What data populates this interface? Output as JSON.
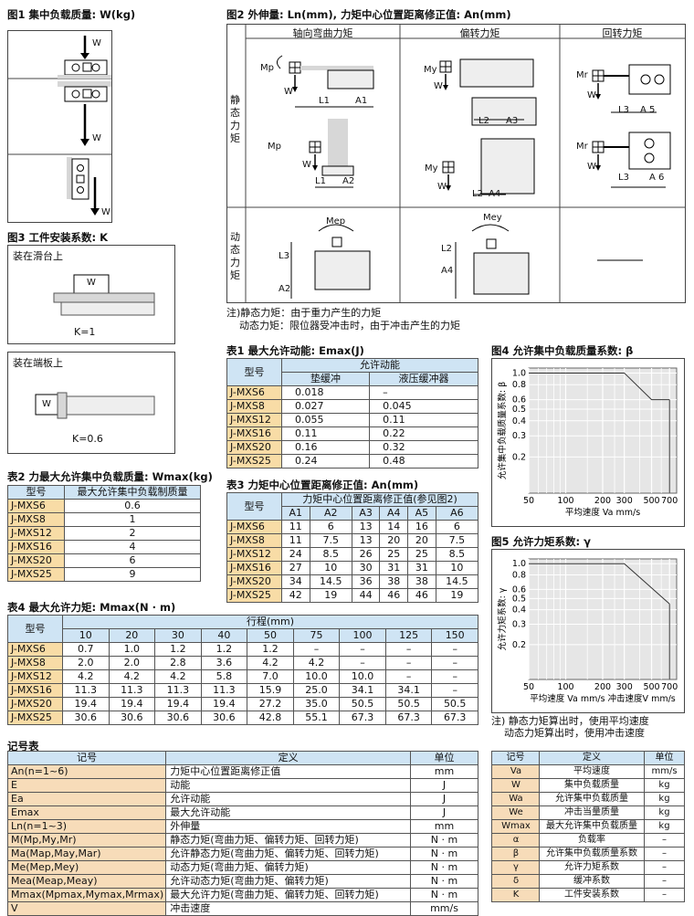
{
  "fig1": {
    "title": "图1  集中负载质量: W(kg)",
    "w": "W"
  },
  "fig2": {
    "title": "图2  外伸量: Ln(mm), 力矩中心位置距离修正值: An(mm)",
    "cols": [
      "轴向弯曲力矩",
      "偏转力矩",
      "回转力矩"
    ],
    "rows": [
      "静态力矩",
      "动态力矩"
    ],
    "labels": {
      "mp": "Mp",
      "my": "My",
      "mr": "Mr",
      "mep": "Mep",
      "mey": "Mey",
      "w": "W",
      "l1": "L1",
      "a1": "A1",
      "a2": "A2",
      "l2": "L2",
      "a3": "A3",
      "a4": "A4",
      "l3": "L3",
      "a5": "A 5",
      "a6": "A 6"
    },
    "notes": [
      "注)静态力矩：由于重力产生的力矩",
      "动态力矩：限位器受冲击时，由于冲击产生的力矩"
    ]
  },
  "fig3": {
    "title": "图3  工件安装系数: K",
    "case1": "装在滑台上",
    "k1": "K=1",
    "case2": "装在端板上",
    "k2": "K=0.6",
    "w": "W"
  },
  "table1": {
    "title": "表1  最大允许动能: Emax(J)",
    "h_model": "型号",
    "h_group": "允许动能",
    "h_a": "垫缓冲",
    "h_b": "液压缓冲器",
    "rows": [
      [
        "J-MXS6",
        "0.018",
        "–"
      ],
      [
        "J-MXS8",
        "0.027",
        "0.045"
      ],
      [
        "J-MXS12",
        "0.055",
        "0.11"
      ],
      [
        "J-MXS16",
        "0.11",
        "0.22"
      ],
      [
        "J-MXS20",
        "0.16",
        "0.32"
      ],
      [
        "J-MXS25",
        "0.24",
        "0.48"
      ]
    ]
  },
  "table2": {
    "title": "表2 力最大允许集中负载质量: Wmax(kg)",
    "h_model": "型号",
    "h_val": "最大允许集中负载制质量",
    "rows": [
      [
        "J-MXS6",
        "0.6"
      ],
      [
        "J-MXS8",
        "1"
      ],
      [
        "J-MXS12",
        "2"
      ],
      [
        "J-MXS16",
        "4"
      ],
      [
        "J-MXS20",
        "6"
      ],
      [
        "J-MXS25",
        "9"
      ]
    ]
  },
  "table3": {
    "title": "表3  力矩中心位置距离修正值: An(mm)",
    "h_model": "型号",
    "h_group": "力矩中心位置距离修正值(参见图2)",
    "cols": [
      "A1",
      "A2",
      "A3",
      "A4",
      "A5",
      "A6"
    ],
    "rows": [
      [
        "J-MXS6",
        "11",
        "6",
        "13",
        "14",
        "16",
        "6"
      ],
      [
        "J-MXS8",
        "11",
        "7.5",
        "13",
        "20",
        "20",
        "7.5"
      ],
      [
        "J-MXS12",
        "24",
        "8.5",
        "26",
        "25",
        "25",
        "8.5"
      ],
      [
        "J-MXS16",
        "27",
        "10",
        "30",
        "31",
        "31",
        "10"
      ],
      [
        "J-MXS20",
        "34",
        "14.5",
        "36",
        "38",
        "38",
        "14.5"
      ],
      [
        "J-MXS25",
        "42",
        "19",
        "44",
        "46",
        "46",
        "19"
      ]
    ]
  },
  "table4": {
    "title": "表4  最大允许力矩: Mmax(N · m)",
    "h_model": "型号",
    "h_group": "行程(mm)",
    "cols": [
      "10",
      "20",
      "30",
      "40",
      "50",
      "75",
      "100",
      "125",
      "150"
    ],
    "rows": [
      [
        "J-MXS6",
        "0.7",
        "1.0",
        "1.2",
        "1.2",
        "1.2",
        "–",
        "–",
        "–",
        "–"
      ],
      [
        "J-MXS8",
        "2.0",
        "2.0",
        "2.8",
        "3.6",
        "4.2",
        "4.2",
        "–",
        "–",
        "–"
      ],
      [
        "J-MXS12",
        "4.2",
        "4.2",
        "4.2",
        "5.8",
        "7.0",
        "10.0",
        "10.0",
        "–",
        "–"
      ],
      [
        "J-MXS16",
        "11.3",
        "11.3",
        "11.3",
        "11.3",
        "15.9",
        "25.0",
        "34.1",
        "34.1",
        "–"
      ],
      [
        "J-MXS20",
        "19.4",
        "19.4",
        "19.4",
        "19.4",
        "27.2",
        "35.0",
        "50.5",
        "50.5",
        "50.5"
      ],
      [
        "J-MXS25",
        "30.6",
        "30.6",
        "30.6",
        "30.6",
        "42.8",
        "55.1",
        "67.3",
        "67.3",
        "67.3"
      ]
    ]
  },
  "fig4": {
    "title": "图4  允许集中负载质量系数: β",
    "ylabel": "允许集中负载质量系数: β",
    "xlabel": "平均速度 Va mm/s",
    "yticks": [
      "1.0",
      "0.8",
      "0.6",
      "0.5",
      "0.4",
      "0.3",
      "0.2"
    ],
    "xticks": [
      "50",
      "100",
      "200",
      "300",
      "500",
      "700"
    ]
  },
  "fig5": {
    "title": "图5  允许力矩系数: γ",
    "ylabel": "允许力矩系数: γ",
    "xlabel": "平均速度 Va mm/s   冲击速度V mm/s",
    "yticks": [
      "1.0",
      "0.8",
      "0.6",
      "0.5",
      "0.4",
      "0.3",
      "0.2"
    ],
    "xticks": [
      "50",
      "100",
      "200",
      "300",
      "500",
      "700"
    ],
    "notes": [
      "注) 静态力矩算出时，使用平均速度",
      "动态力矩算出时，使用冲击速度"
    ]
  },
  "chart_data": [
    {
      "type": "line",
      "title": "图4  允许集中负载质量系数: β",
      "xlabel": "平均速度 Va mm/s",
      "ylabel": "允许集中负载质量系数: β",
      "x": [
        50,
        300,
        500,
        700
      ],
      "y": [
        1.0,
        1.0,
        0.6,
        0.6
      ],
      "xlim": [
        50,
        800
      ],
      "ylim": [
        0.1,
        1.1
      ],
      "xscale": "log",
      "yscale": "log",
      "grid": true
    },
    {
      "type": "line",
      "title": "图5  允许力矩系数: γ",
      "xlabel": "平均速度 Va mm/s   冲击速度V mm/s",
      "ylabel": "允许力矩系数: γ",
      "x": [
        50,
        300,
        700
      ],
      "y": [
        1.0,
        1.0,
        0.45
      ],
      "xlim": [
        50,
        800
      ],
      "ylim": [
        0.1,
        1.1
      ],
      "xscale": "log",
      "yscale": "log",
      "grid": true
    }
  ],
  "symbols": {
    "title": "记号表",
    "h_sym": "记号",
    "h_def": "定义",
    "h_unit": "单位",
    "rows": [
      [
        "An(n=1~6)",
        "力矩中心位置距离修正值",
        "mm"
      ],
      [
        "E",
        "动能",
        "J"
      ],
      [
        "Ea",
        "允许动能",
        "J"
      ],
      [
        "Emax",
        "最大允许动能",
        "J"
      ],
      [
        "Ln(n=1~3)",
        "外伸量",
        "mm"
      ],
      [
        "M(Mp,My,Mr)",
        "静态力矩(弯曲力矩、偏转力矩、回转力矩)",
        "N · m"
      ],
      [
        "Ma(Map,May,Mar)",
        "允许静态力矩(弯曲力矩、偏转力矩、回转力矩)",
        "N · m"
      ],
      [
        "Me(Mep,Mey)",
        "动态力矩(弯曲力矩、偏转力矩)",
        "N · m"
      ],
      [
        "Mea(Meap,Meay)",
        "允许动态力矩(弯曲力矩、偏转力矩)",
        "N · m"
      ],
      [
        "Mmax(Mpmax,Mymax,Mrmax)",
        "最大允许力矩(弯曲力矩、偏转力矩、回转力矩)",
        "N · m"
      ],
      [
        "V",
        "冲击速度",
        "mm/s"
      ]
    ],
    "rows2": [
      [
        "Va",
        "平均速度",
        "mm/s"
      ],
      [
        "W",
        "集中负载质量",
        "kg"
      ],
      [
        "Wa",
        "允许集中负载质量",
        "kg"
      ],
      [
        "We",
        "冲击当量质量",
        "kg"
      ],
      [
        "Wmax",
        "最大允许集中负载质量",
        "kg"
      ],
      [
        "α",
        "负载率",
        "–"
      ],
      [
        "β",
        "允许集中负载质量系数",
        "–"
      ],
      [
        "γ",
        "允许力矩系数",
        "–"
      ],
      [
        "δ",
        "缓冲系数",
        "–"
      ],
      [
        "K",
        "工件安装系数",
        "–"
      ]
    ]
  }
}
